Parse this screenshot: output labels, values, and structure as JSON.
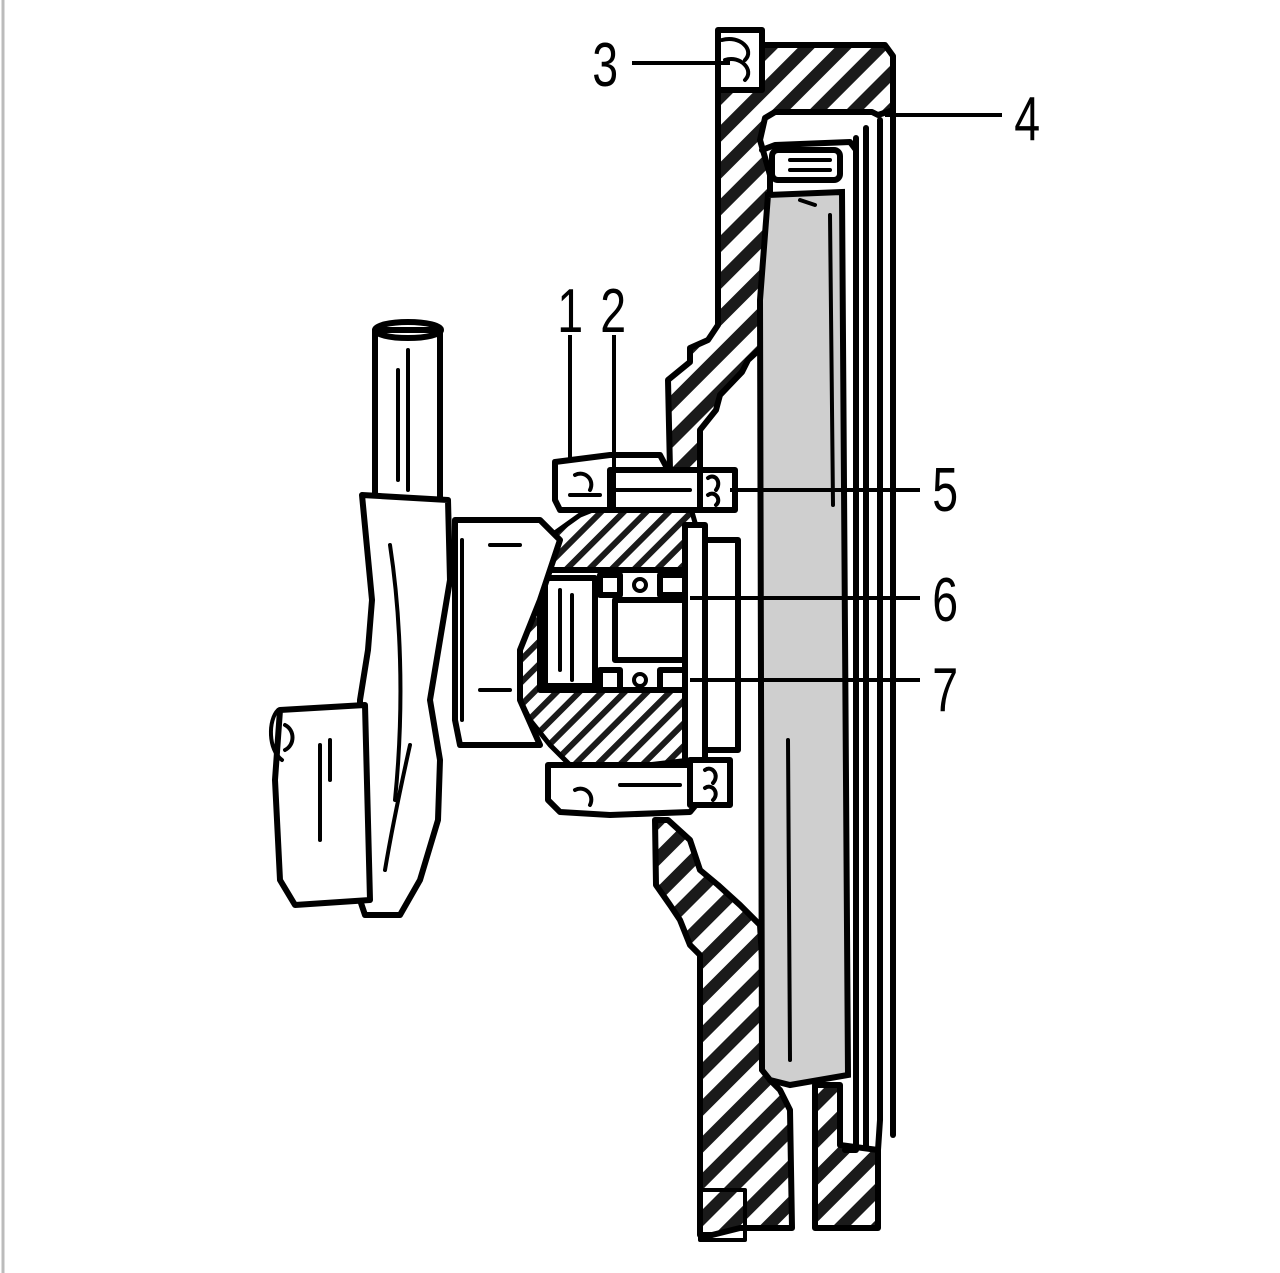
{
  "callouts": [
    {
      "id": "1",
      "label": "1"
    },
    {
      "id": "2",
      "label": "2"
    },
    {
      "id": "3",
      "label": "3"
    },
    {
      "id": "4",
      "label": "4"
    },
    {
      "id": "5",
      "label": "5"
    },
    {
      "id": "6",
      "label": "6"
    },
    {
      "id": "7",
      "label": "7"
    }
  ],
  "colors": {
    "ink": "#000000",
    "background": "#ffffff",
    "friction_plate": "#cfcfcf"
  }
}
